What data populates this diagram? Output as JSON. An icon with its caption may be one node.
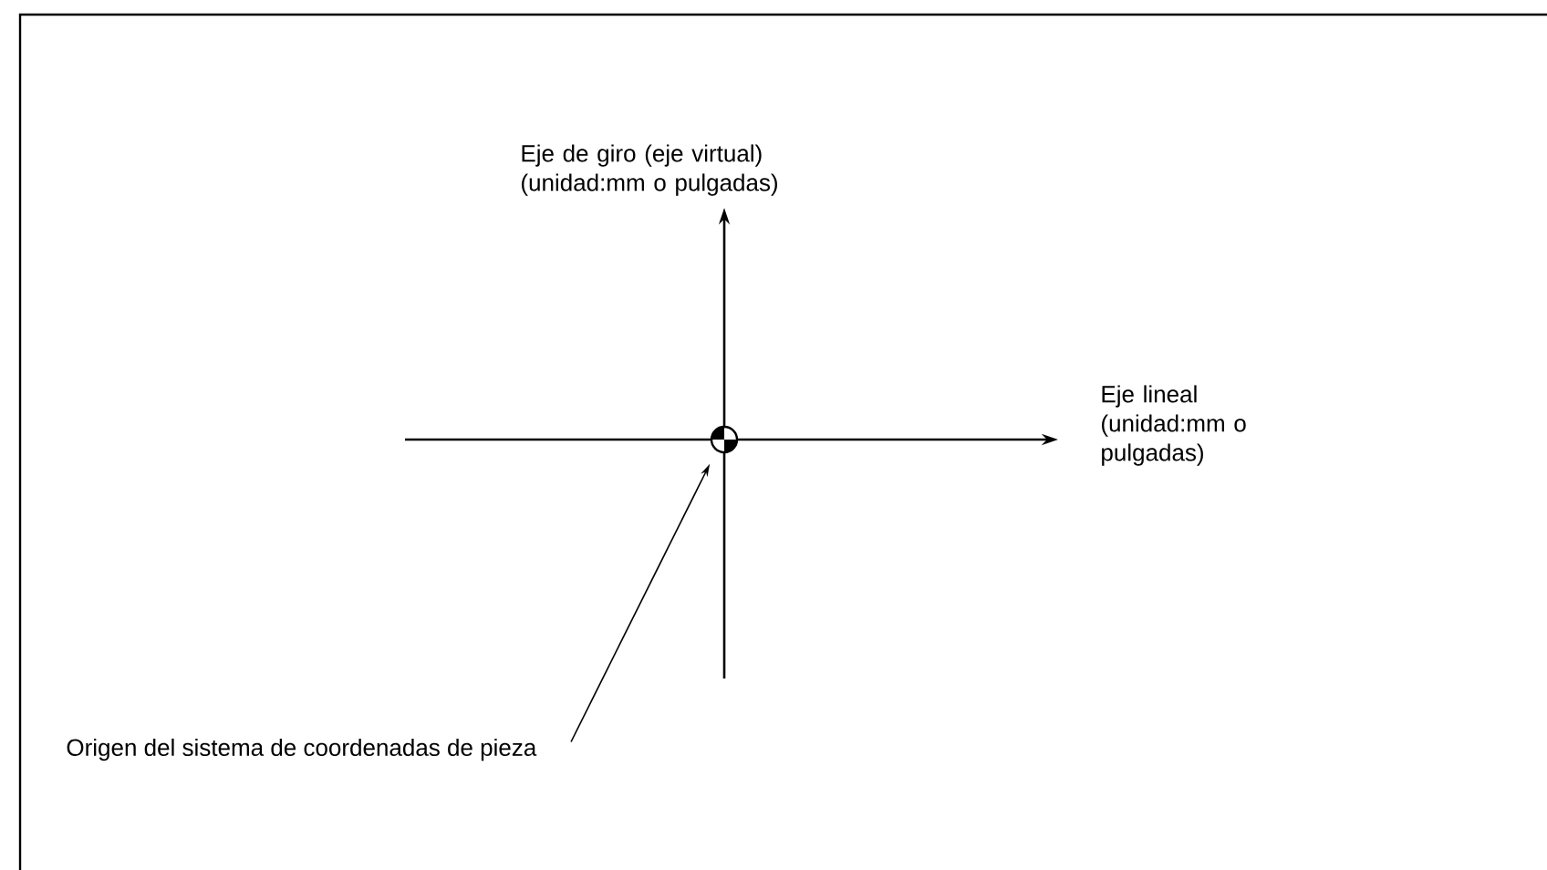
{
  "diagram": {
    "nodes": [
      {
        "text": [],
        "shape": "circle"
      },
      {
        "text": [
          "Origen del sistema de coordenadas de pieza"
        ]
      }
    ],
    "edges": [
      {
        "from": 1,
        "to": 0,
        "arrow": "to"
      }
    ],
    "labels": [
      "Eje de giro (eje virtual) (unidad:mm o pulgadas)",
      "Eje lineal (unidad:mm o pulgadas)"
    ]
  }
}
